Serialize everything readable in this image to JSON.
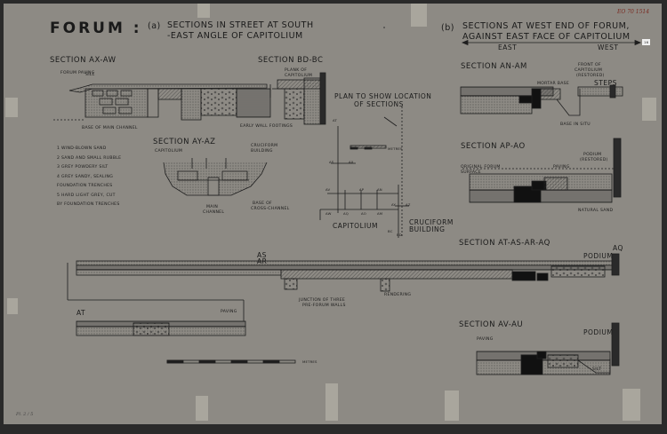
{
  "header": {
    "title": "FORUM :",
    "part_a_label": "(a)",
    "part_a_line1": "SECTIONS IN STREET AT SOUTH",
    "part_a_line2": "-EAST ANGLE OF CAPITOLIUM",
    "part_b_label": "(b)",
    "part_b_line1": "SECTIONS AT WEST END OF FORUM,",
    "part_b_line2": "AGAINST EAST FACE OF CAPITOLIUM",
    "east": "EAST",
    "west": "WEST",
    "handwritten_ref": "EO 70 1514",
    "corner_tag": "16"
  },
  "sections": {
    "ax_aw": {
      "title": "SECTION AX-AW",
      "forum_paving": "FORUM PAVING",
      "sill": "SILL",
      "base_main_channel": "BASE OF MAIN CHANNEL",
      "early_wall": "EARLY WALL FOOTINGS"
    },
    "bd_bc": {
      "title": "SECTION BD-BC",
      "plank_line1": "PLANK OF",
      "plank_line2": "CAPITOLIUM"
    },
    "ay_az": {
      "title": "SECTION AY-AZ",
      "capitolium": "CAPITOLIUM",
      "cruciform_line1": "CRUCIFORM",
      "cruciform_line2": "BUILDING",
      "main_channel_line1": "MAIN",
      "main_channel_line2": "CHANNEL",
      "cross_channel_line1": "BASE OF",
      "cross_channel_line2": "CROSS-CHANNEL"
    },
    "an_am": {
      "title": "SECTION AN-AM",
      "front_line1": "FRONT OF",
      "front_line2": "CAPITOLIUM",
      "front_line3": "(RESTORED)",
      "steps": "STEPS",
      "mortar": "MORTAR BASE",
      "base_in_situ": "BASE IN SITU"
    },
    "ap_ao": {
      "title": "SECTION AP-AO",
      "podium_line1": "PODIUM",
      "podium_line2": "(RESTORED)",
      "paving": "PAVING",
      "orig_line1": "ORIGINAL FORUM",
      "orig_line2": "SURFACE",
      "natural_sand": "NATURAL SAND"
    },
    "at_aq": {
      "title": "SECTION AT-AS-AR-AQ",
      "aq": "AQ",
      "podium": "PODIUM",
      "as": "AS",
      "ar": "AR",
      "at": "AT",
      "paving": "PAVING",
      "junction_line1": "JUNCTION OF THREE",
      "junction_line2": "PRE-FORUM WALLS",
      "rendering": "RENDERING"
    },
    "av_au": {
      "title": "SECTION AV-AU",
      "paving": "PAVING",
      "podium": "PODIUM",
      "silt": "SILT"
    }
  },
  "plan": {
    "title_line1": "PLAN TO SHOW LOCATION",
    "title_line2": "OF SECTIONS",
    "metres": "METRES",
    "capitolium": "CAPITOLIUM",
    "cruciform_line1": "CRUCIFORM",
    "cruciform_line2": "BUILDING",
    "labels": [
      "AT",
      "AS",
      "AX",
      "AV",
      "AP",
      "AN",
      "AW",
      "AQ",
      "AO",
      "AM",
      "AY",
      "AZ",
      "BC",
      "BD"
    ]
  },
  "legend": [
    "1  WIND-BLOWN SAND",
    "2  SAND AND SMALL RUBBLE",
    "3  GREY POWDERY SILT",
    "4  GREY SANDY, SEALING",
    "    FOUNDATION TRENCHES",
    "5  HARD LIGHT GREY, CUT",
    "    BY FOUNDATION TRENCHES"
  ],
  "scale": {
    "label": "METRES"
  },
  "bottom_note": "Pl. 2 / 5"
}
